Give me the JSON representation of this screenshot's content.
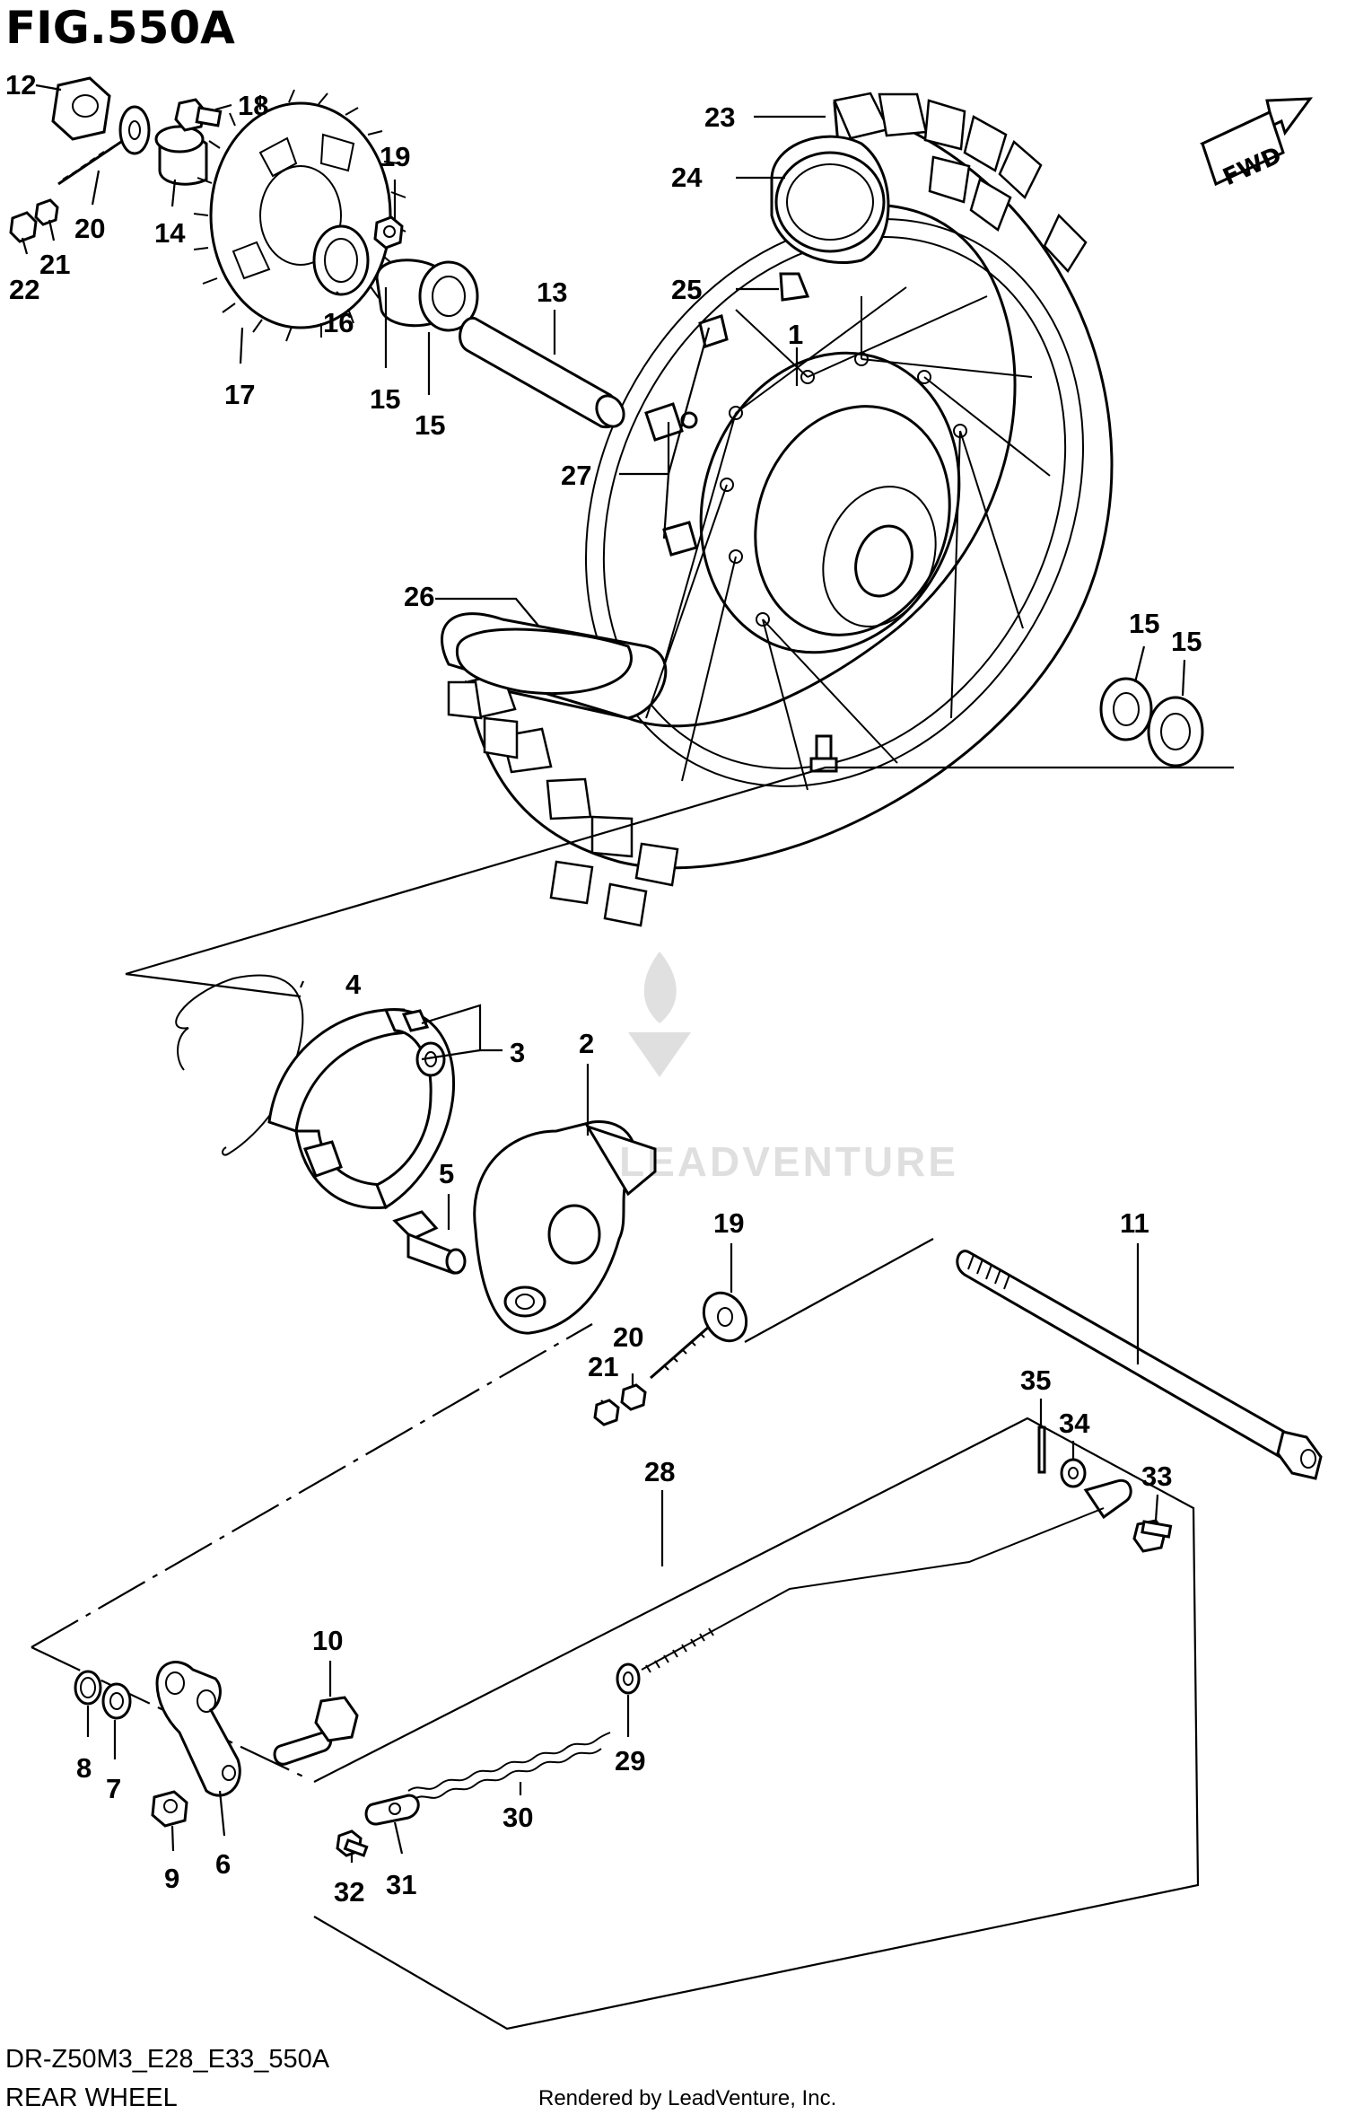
{
  "figure": {
    "title": "FIG.550A",
    "model_code": "DR-Z50M3_E28_E33_550A",
    "section_name": "REAR WHEEL",
    "credit": "Rendered by LeadVenture, Inc.",
    "direction_label": "FWD",
    "watermark_logo": "LEADVENTURE"
  },
  "callouts": [
    {
      "id": "c12",
      "text": "12"
    },
    {
      "id": "c18",
      "text": "18"
    },
    {
      "id": "c19a",
      "text": "19"
    },
    {
      "id": "c20a",
      "text": "20"
    },
    {
      "id": "c14",
      "text": "14"
    },
    {
      "id": "c21a",
      "text": "21"
    },
    {
      "id": "c22",
      "text": "22"
    },
    {
      "id": "c16",
      "text": "16"
    },
    {
      "id": "c17",
      "text": "17"
    },
    {
      "id": "c15a",
      "text": "15"
    },
    {
      "id": "c15b",
      "text": "15"
    },
    {
      "id": "c13",
      "text": "13"
    },
    {
      "id": "c23",
      "text": "23"
    },
    {
      "id": "c24",
      "text": "24"
    },
    {
      "id": "c25",
      "text": "25"
    },
    {
      "id": "c1",
      "text": "1"
    },
    {
      "id": "c27",
      "text": "27"
    },
    {
      "id": "c26",
      "text": "26"
    },
    {
      "id": "c15c",
      "text": "15"
    },
    {
      "id": "c15d",
      "text": "15"
    },
    {
      "id": "c4",
      "text": "4"
    },
    {
      "id": "c3",
      "text": "3"
    },
    {
      "id": "c2",
      "text": "2"
    },
    {
      "id": "c5",
      "text": "5"
    },
    {
      "id": "c19b",
      "text": "19"
    },
    {
      "id": "c11",
      "text": "11"
    },
    {
      "id": "c20b",
      "text": "20"
    },
    {
      "id": "c21b",
      "text": "21"
    },
    {
      "id": "c35",
      "text": "35"
    },
    {
      "id": "c34",
      "text": "34"
    },
    {
      "id": "c33",
      "text": "33"
    },
    {
      "id": "c28",
      "text": "28"
    },
    {
      "id": "c10",
      "text": "10"
    },
    {
      "id": "c8",
      "text": "8"
    },
    {
      "id": "c7",
      "text": "7"
    },
    {
      "id": "c6",
      "text": "6"
    },
    {
      "id": "c9",
      "text": "9"
    },
    {
      "id": "c29",
      "text": "29"
    },
    {
      "id": "c30",
      "text": "30"
    },
    {
      "id": "c31",
      "text": "31"
    },
    {
      "id": "c32",
      "text": "32"
    }
  ]
}
